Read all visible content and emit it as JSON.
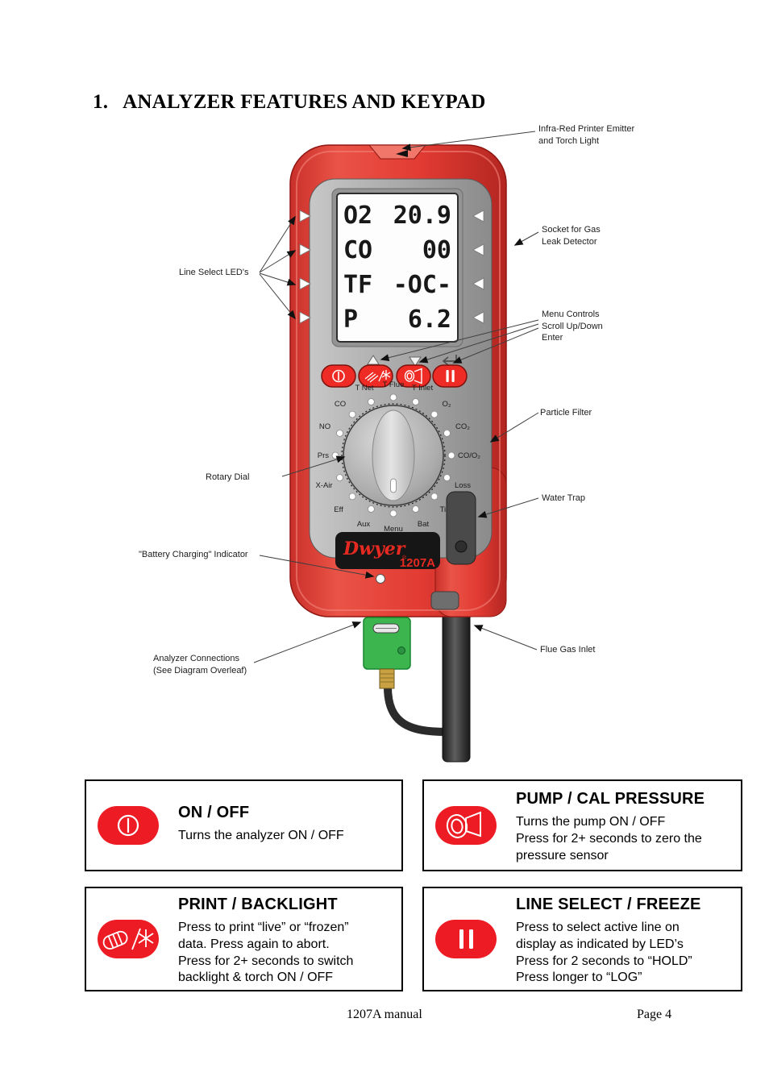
{
  "page": {
    "title_number": "1.",
    "title_text": "ANALYZER FEATURES AND KEYPAD",
    "footer_left": "1207A manual",
    "footer_right": "Page 4"
  },
  "colors": {
    "accent_red": "#ED1C24",
    "device_red": "#E23B33",
    "panel_gray": "#A9A9A9",
    "connector_green": "#3CB54E",
    "badge_black": "#161616"
  },
  "device": {
    "brand": "Dwyer",
    "brand_reg": "®",
    "model": "1207A",
    "lcd": {
      "rows": [
        {
          "param": "O2",
          "value": "20.9"
        },
        {
          "param": "CO",
          "value": "00"
        },
        {
          "param": "TF",
          "value": "-OC-"
        },
        {
          "param": "P",
          "value": "6.2"
        }
      ]
    },
    "dial": {
      "labels": [
        "T Flue",
        "T Inlet",
        "O₂",
        "CO₂",
        "CO/O₂",
        "Loss",
        "Time",
        "Bat",
        "Menu",
        "Aux",
        "Eff",
        "X-Air",
        "Prs",
        "NO",
        "CO",
        "T Net"
      ]
    },
    "icons": {
      "keypad": [
        "power-icon",
        "printer-backlight-icon",
        "pump-icon",
        "pause-icon"
      ],
      "menu_controls": [
        "triangle-up-icon",
        "triangle-down-icon",
        "enter-icon"
      ]
    }
  },
  "callouts": {
    "infrared": "Infra-Red Printer Emitter\nand Torch Light",
    "socket": "Socket for Gas\nLeak Detector",
    "line_select": "Line Select LED's",
    "menu": "Menu Controls\nScroll Up/Down\nEnter",
    "particle": "Particle Filter",
    "rotary": "Rotary Dial",
    "water": "Water Trap",
    "battery": "\"Battery Charging\" Indicator",
    "flue": "Flue Gas Inlet",
    "connections": "Analyzer Connections\n(See Diagram Overleaf)"
  },
  "legend": [
    {
      "title": "ON / OFF",
      "body": "Turns the analyzer ON / OFF"
    },
    {
      "title": "PUMP / CAL PRESSURE",
      "body": "Turns the pump ON / OFF\nPress for 2+ seconds to zero the\npressure sensor"
    },
    {
      "title": "PRINT / BACKLIGHT",
      "body": "Press to print “live” or “frozen”\ndata.  Press again to abort.\nPress for 2+ seconds to switch\nbacklight & torch ON / OFF"
    },
    {
      "title": "LINE SELECT / FREEZE",
      "body": "Press to select active line on\ndisplay as indicated by LED’s\nPress for 2 seconds to “HOLD”\nPress longer to “LOG”"
    }
  ]
}
